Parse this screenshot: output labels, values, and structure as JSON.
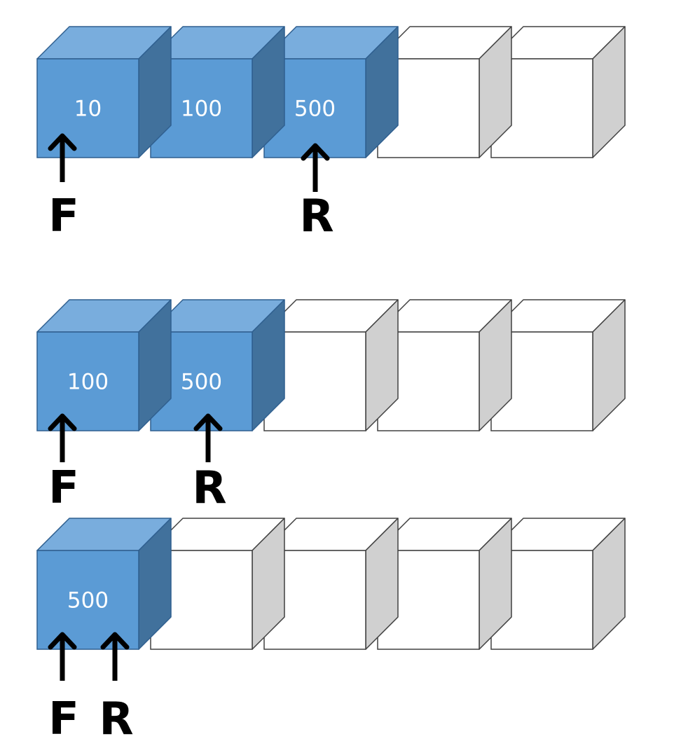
{
  "colors": {
    "filled_front": "#5b9bd5",
    "filled_top": "#79addd",
    "filled_side": "#41719c",
    "empty_front": "#ffffff",
    "empty_top": "#ffffff",
    "empty_side": "#d0d0d0",
    "outline": "#404040",
    "filled_outline": "#2f5f8f",
    "arrow": "#000000"
  },
  "queues": [
    {
      "cells": [
        {
          "value": "10",
          "filled": true
        },
        {
          "value": "100",
          "filled": true
        },
        {
          "value": "500",
          "filled": true
        },
        {
          "value": "",
          "filled": false
        },
        {
          "value": "",
          "filled": false
        }
      ],
      "pointers": [
        {
          "label": "F",
          "cell": 0
        },
        {
          "label": "R",
          "cell": 2
        }
      ]
    },
    {
      "cells": [
        {
          "value": "100",
          "filled": true
        },
        {
          "value": "500",
          "filled": true
        },
        {
          "value": "",
          "filled": false
        },
        {
          "value": "",
          "filled": false
        },
        {
          "value": "",
          "filled": false
        }
      ],
      "pointers": [
        {
          "label": "F",
          "cell": 0
        },
        {
          "label": "R",
          "cell": 1
        }
      ]
    },
    {
      "cells": [
        {
          "value": "500",
          "filled": true
        },
        {
          "value": "",
          "filled": false
        },
        {
          "value": "",
          "filled": false
        },
        {
          "value": "",
          "filled": false
        },
        {
          "value": "",
          "filled": false
        }
      ],
      "pointers": [
        {
          "label": "F",
          "cell": 0
        },
        {
          "label": "R",
          "cell": 0
        }
      ]
    }
  ]
}
